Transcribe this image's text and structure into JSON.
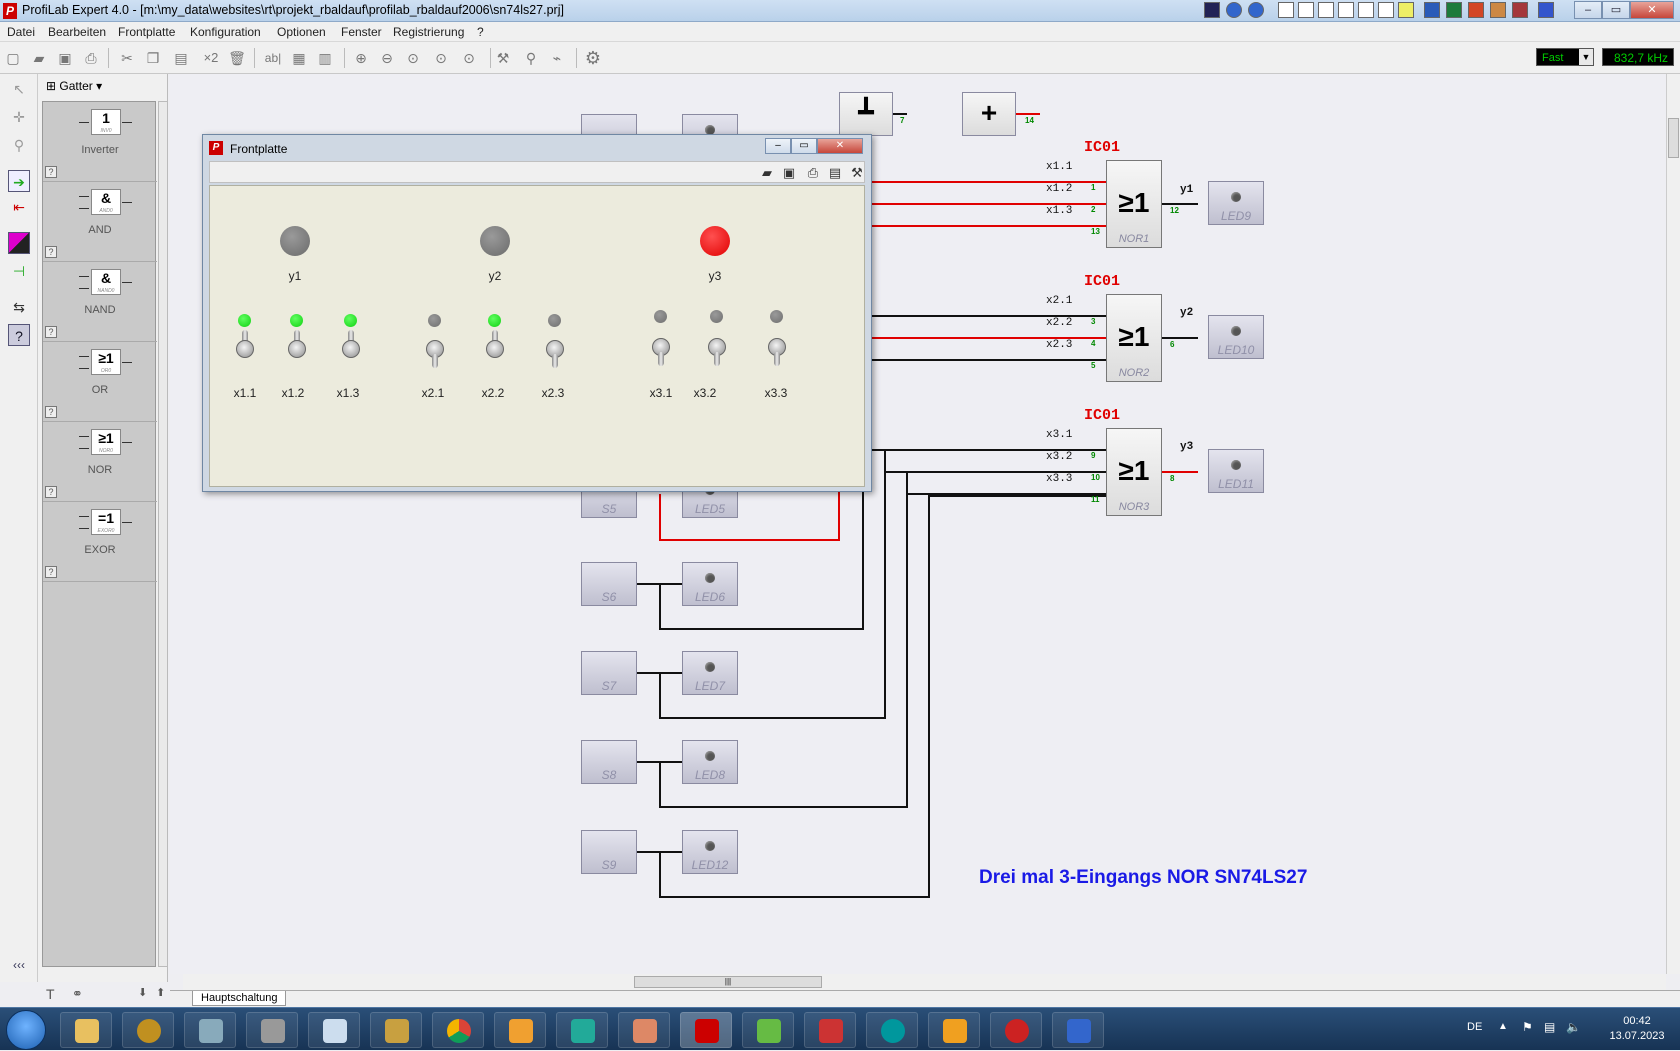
{
  "window": {
    "title": "ProfiLab Expert 4.0 - [m:\\my_data\\websites\\rt\\projekt_rbaldauf\\profilab_rbaldauf2006\\sn74ls27.prj]",
    "logo": "P"
  },
  "menu": [
    "Datei",
    "Bearbeiten",
    "Frontplatte",
    "Konfiguration",
    "Optionen",
    "Fenster",
    "Registrierung",
    "?"
  ],
  "toolbar": {
    "speed_mode": "Fast",
    "frequency": "832,7 kHz",
    "icons": [
      "new-icon",
      "open-icon",
      "save-icon",
      "print-icon",
      "cut-icon",
      "copy-icon",
      "paste-icon",
      "x2-icon",
      "delete-icon",
      "text-icon",
      "grid-icon",
      "columns-icon",
      "zoom-in-icon",
      "zoom-out-icon",
      "zoom-fit-icon",
      "zoom-1-icon",
      "zoom-2-icon",
      "tools-icon",
      "probe-icon",
      "connect-icon",
      "settings-icon"
    ],
    "x2_label": "×2",
    "text_label": "ab|"
  },
  "palette": {
    "category": "Gatter",
    "items": [
      {
        "symbol": "1",
        "sub": "INV0",
        "label": "Inverter"
      },
      {
        "symbol": "&",
        "sub": "AND0",
        "label": "AND"
      },
      {
        "symbol": "&",
        "sub": "NAND0",
        "label": "NAND"
      },
      {
        "symbol": "≥1",
        "sub": "OR0",
        "label": "OR"
      },
      {
        "symbol": "≥1",
        "sub": "NOR0",
        "label": "NOR"
      },
      {
        "symbol": "=1",
        "sub": "EXOR0",
        "label": "EXOR"
      }
    ],
    "help": "?"
  },
  "canvas": {
    "power": {
      "gnd_symbol": "┻",
      "gnd_pin": "7",
      "vcc_symbol": "+",
      "vcc_pin": "14"
    },
    "switches": [
      "S5",
      "S6",
      "S7",
      "S8",
      "S9"
    ],
    "leds_left": [
      "LED5",
      "LED6",
      "LED7",
      "LED8",
      "LED12"
    ],
    "gates": [
      {
        "ic": "IC01",
        "name": "NOR1",
        "symbol": "≥1",
        "inputs": [
          "x1.1",
          "x1.2",
          "x1.3"
        ],
        "pins_in": [
          "1",
          "2",
          "13"
        ],
        "pin_out": "12",
        "output": "y1",
        "led": "LED9"
      },
      {
        "ic": "IC01",
        "name": "NOR2",
        "symbol": "≥1",
        "inputs": [
          "x2.1",
          "x2.2",
          "x2.3"
        ],
        "pins_in": [
          "3",
          "4",
          "5"
        ],
        "pin_out": "6",
        "output": "y2",
        "led": "LED10"
      },
      {
        "ic": "IC01",
        "name": "NOR3",
        "symbol": "≥1",
        "inputs": [
          "x3.1",
          "x3.2",
          "x3.3"
        ],
        "pins_in": [
          "9",
          "10",
          "11"
        ],
        "pin_out": "8",
        "output": "y3",
        "led": "LED11"
      }
    ],
    "caption": "Drei mal 3-Eingangs NOR SN74LS27",
    "tab": "Hauptschaltung",
    "bottom_left": "‹‹‹",
    "scroll_thumb": "|||"
  },
  "frontplatte": {
    "title": "Frontplatte",
    "outputs": [
      {
        "label": "y1",
        "on": false
      },
      {
        "label": "y2",
        "on": false
      },
      {
        "label": "y3",
        "on": true
      }
    ],
    "switches": [
      {
        "label": "x1.1",
        "on": true
      },
      {
        "label": "x1.2",
        "on": true
      },
      {
        "label": "x1.3",
        "on": true
      },
      {
        "label": "x2.1",
        "on": false
      },
      {
        "label": "x2.2",
        "on": true
      },
      {
        "label": "x2.3",
        "on": false
      },
      {
        "label": "x3.1",
        "on": false
      },
      {
        "label": "x3.2",
        "on": false
      },
      {
        "label": "x3.3",
        "on": false
      }
    ]
  },
  "taskbar": {
    "lang": "DE",
    "time": "00:42",
    "date": "13.07.2023"
  }
}
